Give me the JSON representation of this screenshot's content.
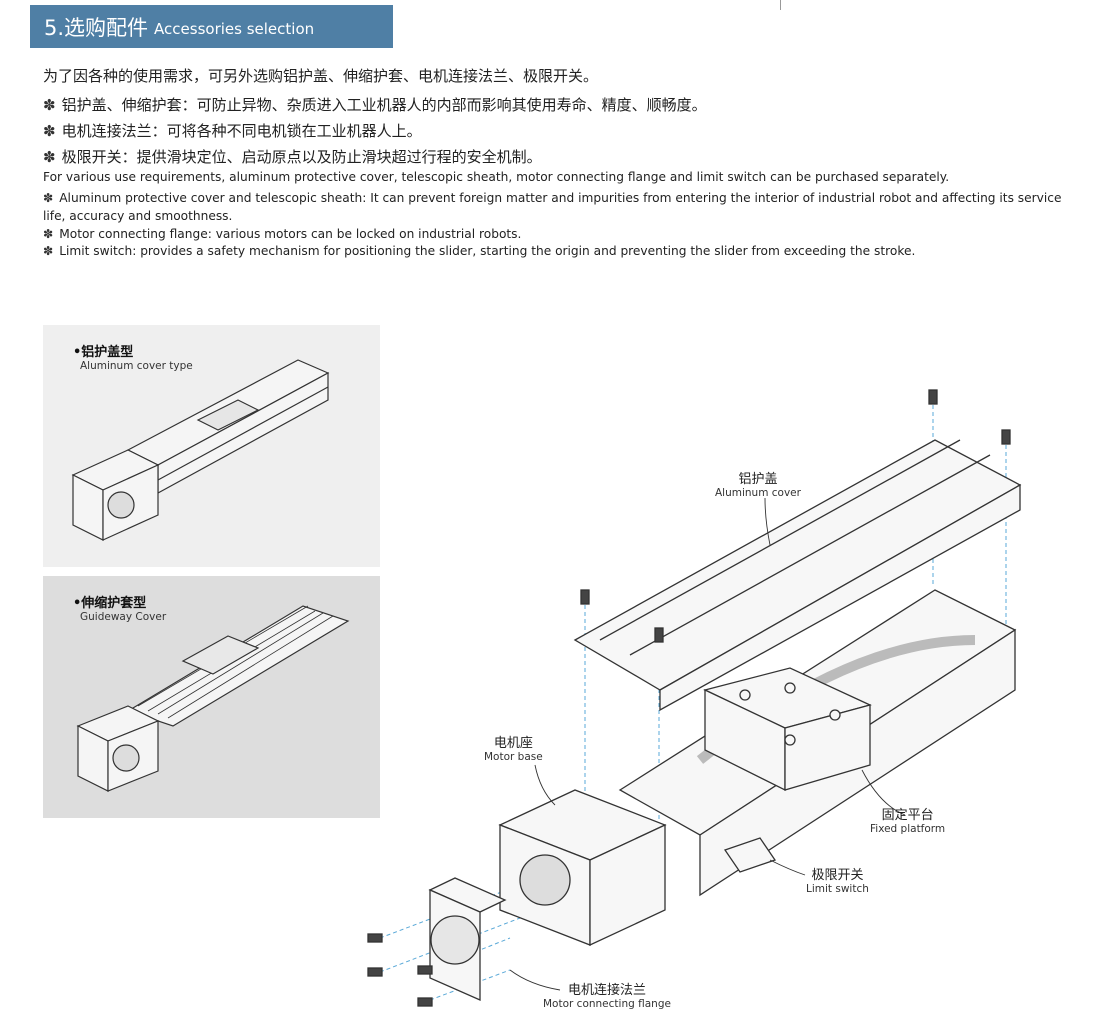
{
  "header": {
    "number_title": "5.选购配件",
    "english_title": "Accessories selection"
  },
  "chinese": {
    "intro": "为了因各种的使用需求，可另外选购铝护盖、伸缩护套、电机连接法兰、极限开关。",
    "bullets": [
      "铝护盖、伸缩护套：可防止异物、杂质进入工业机器人的内部而影响其使用寿命、精度、顺畅度。",
      "电机连接法兰：可将各种不同电机锁在工业机器人上。",
      "极限开关：提供滑块定位、启动原点以及防止滑块超过行程的安全机制。"
    ]
  },
  "english": {
    "intro": "For various use requirements, aluminum protective cover, telescopic sheath, motor connecting flange and limit switch can be purchased separately.",
    "bullets": [
      "Aluminum protective cover and telescopic sheath: It can prevent foreign matter and impurities from entering the interior of industrial robot and affecting its service life, accuracy and smoothness.",
      "Motor connecting flange: various motors can be locked on industrial robots.",
      "Limit switch: provides a safety mechanism for positioning the slider, starting the origin and preventing the slider from exceeding the stroke."
    ]
  },
  "bullet_symbol": "✽",
  "panels": [
    {
      "cn": "•铝护盖型",
      "en": "Aluminum cover type"
    },
    {
      "cn": "•伸缩护套型",
      "en": "Guideway Cover"
    }
  ],
  "callouts": {
    "aluminum_cover": {
      "cn": "铝护盖",
      "en": "Aluminum cover"
    },
    "motor_base": {
      "cn": "电机座",
      "en": "Motor base"
    },
    "fixed_platform": {
      "cn": "固定平台",
      "en": "Fixed platform"
    },
    "limit_switch": {
      "cn": "极限开关",
      "en": "Limit switch"
    },
    "motor_flange": {
      "cn": "电机连接法兰",
      "en": "Motor connecting flange"
    }
  },
  "colors": {
    "header": "#4f7fa5",
    "dash": "#5aa9d8"
  }
}
